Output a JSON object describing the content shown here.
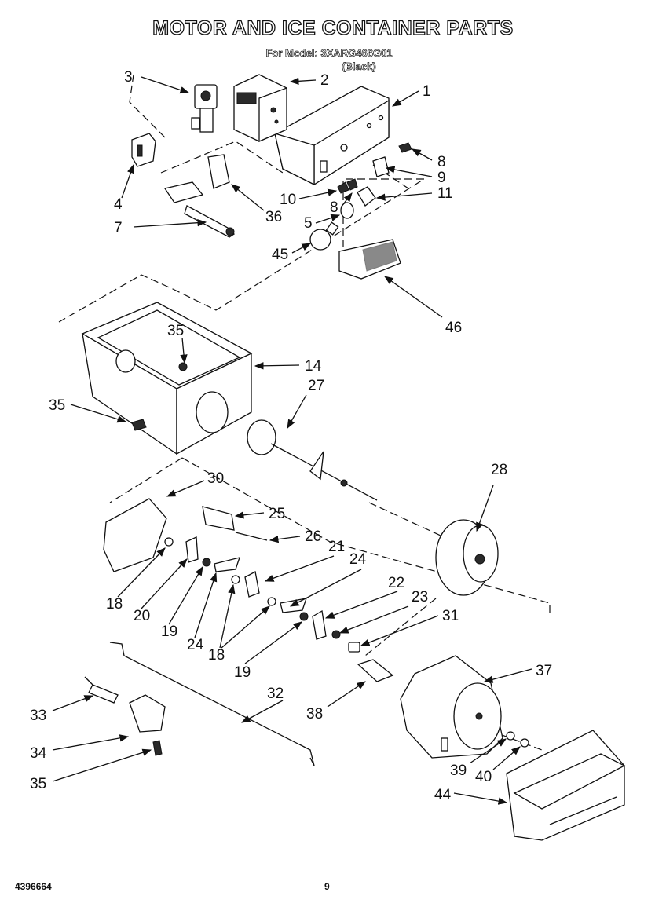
{
  "header": {
    "title": "MOTOR AND ICE CONTAINER PARTS",
    "model_line": "For Model: 3XARG466G01",
    "color_line": "(Black)"
  },
  "footer": {
    "doc_number": "4396664",
    "page_number": "9"
  },
  "callouts": [
    "1",
    "2",
    "3",
    "4",
    "5",
    "7",
    "8",
    "8",
    "9",
    "10",
    "11",
    "14",
    "18",
    "18",
    "19",
    "19",
    "20",
    "21",
    "22",
    "23",
    "24",
    "24",
    "25",
    "26",
    "27",
    "28",
    "30",
    "31",
    "32",
    "33",
    "34",
    "35",
    "35",
    "35",
    "36",
    "37",
    "38",
    "39",
    "40",
    "44",
    "45",
    "46"
  ]
}
